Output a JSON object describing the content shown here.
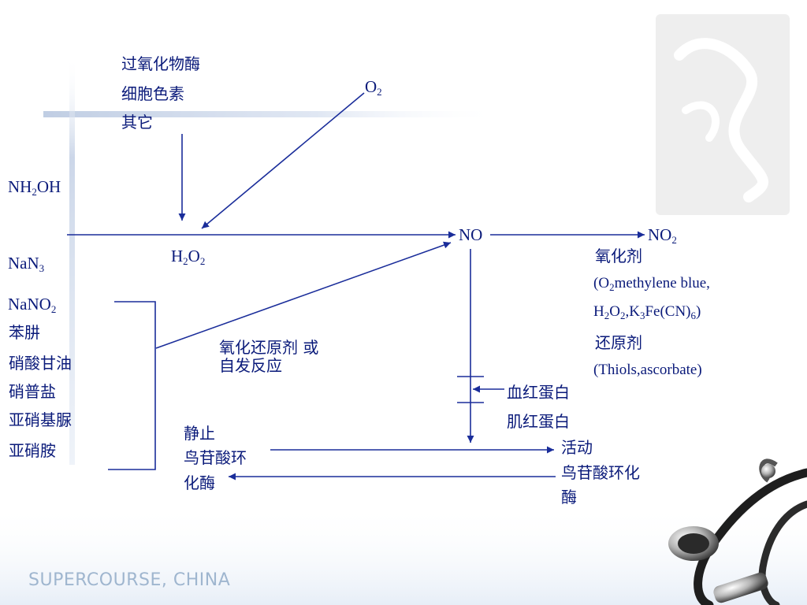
{
  "left_compounds": {
    "nh2oh": [
      "NH",
      "2",
      "OH"
    ],
    "nan3": [
      "NaN",
      "3"
    ],
    "nano2": [
      "NaNO",
      "2"
    ],
    "drugs": [
      "苯肼",
      "硝酸甘油",
      "硝普盐",
      "亚硝基脲",
      "亚硝胺"
    ]
  },
  "enzymes": [
    "过氧化物酶",
    "细胞色素",
    "其它"
  ],
  "o2": [
    "O",
    "2"
  ],
  "h2o2": [
    "H",
    "2",
    "O",
    "2"
  ],
  "no": "NO",
  "no2": [
    "NO",
    "2"
  ],
  "redox": [
    "氧化还原剂 或",
    "自发反应"
  ],
  "oxidant": {
    "title": "氧化剂",
    "line1": [
      "(O",
      "2",
      "methylene blue,"
    ],
    "line2": [
      "H",
      "2",
      "O",
      "2",
      ",K",
      "3",
      "Fe(CN)",
      "6",
      ")"
    ]
  },
  "reductant": {
    "title": "还原剂",
    "line1": "(Thiols,ascorbate)"
  },
  "hemo": [
    "血红蛋白",
    "肌红蛋白"
  ],
  "resting": [
    "静止",
    "鸟苷酸环",
    "化酶"
  ],
  "active": [
    "活动",
    "鸟苷酸环化",
    "酶"
  ],
  "footer": "SUPERCOURSE, CHINA",
  "colors": {
    "text": "#0a1a7a",
    "arrow": "#1a2d9a",
    "decor_bar": "#c7d3e6",
    "footer": "#9fb6cf"
  }
}
